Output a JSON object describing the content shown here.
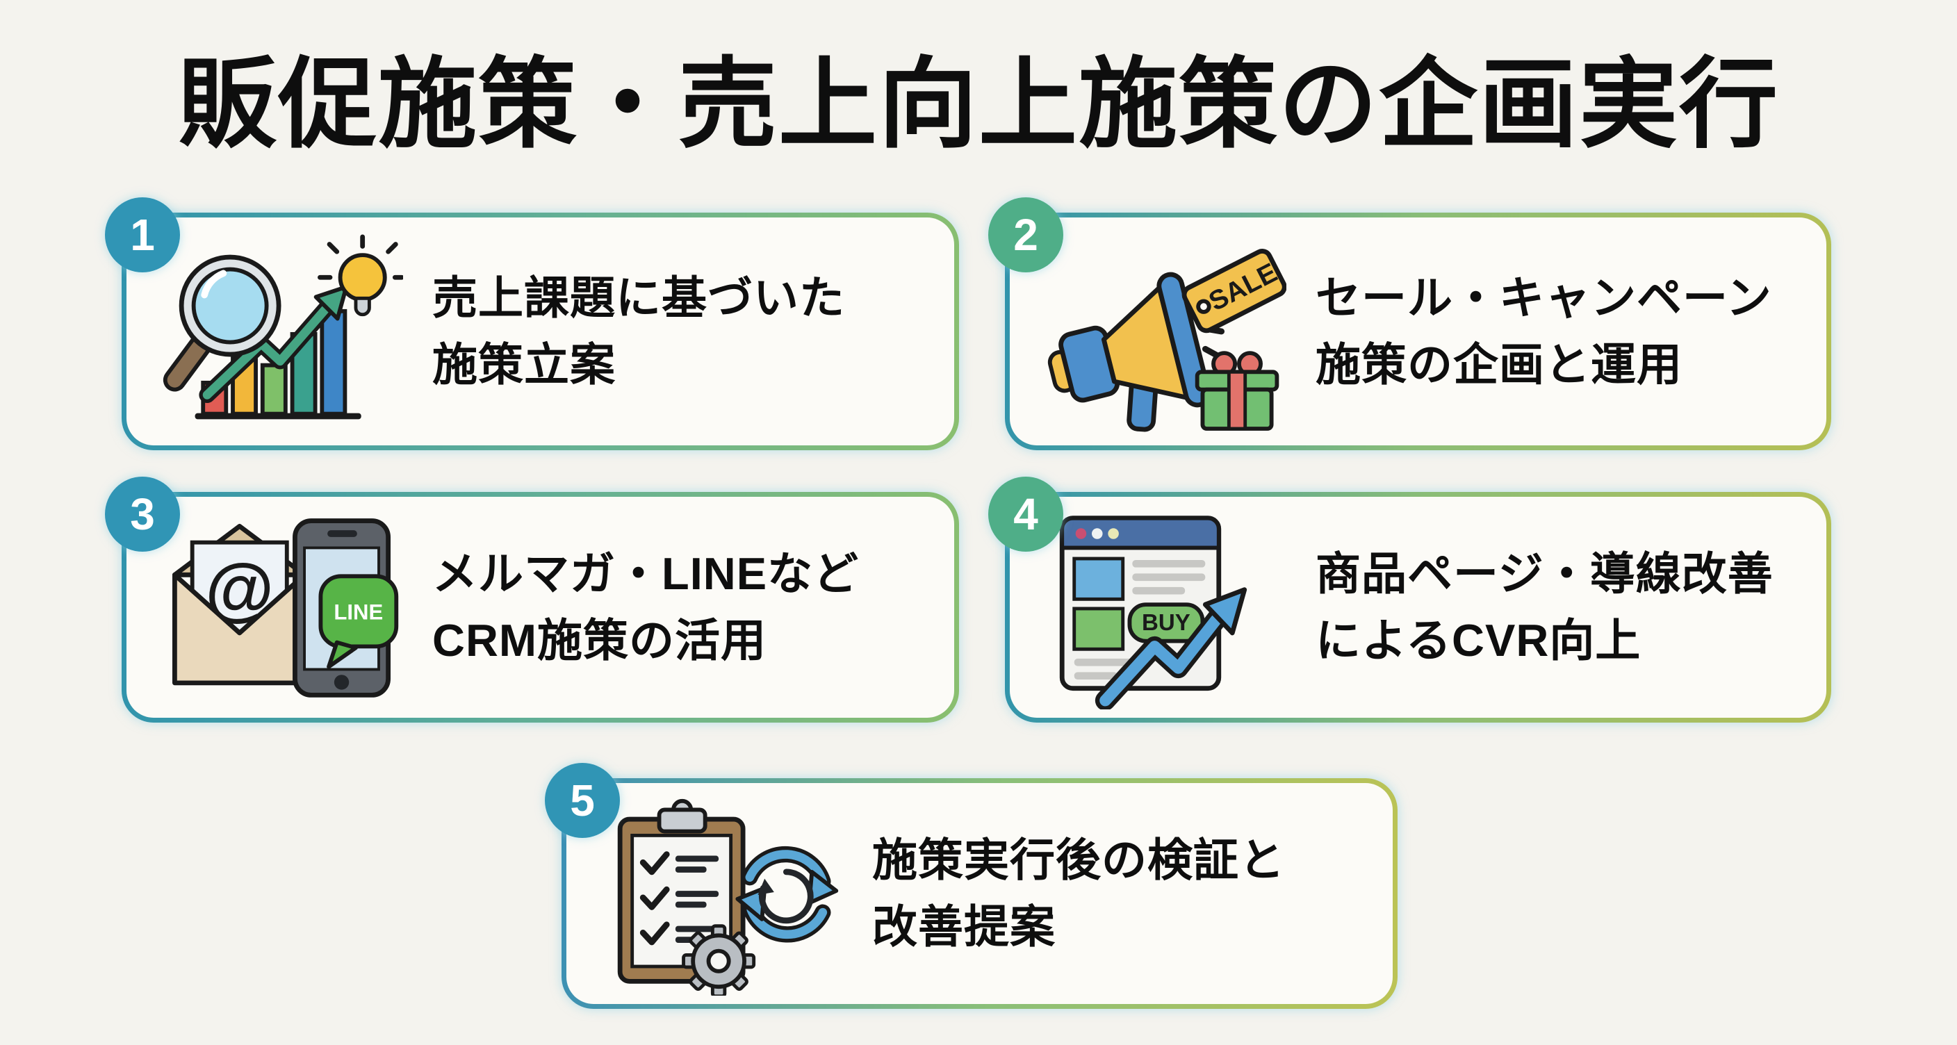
{
  "page": {
    "title": "販促施策・売上向上施策の企画実行",
    "background_color": "#f4f3ee",
    "card_background": "#fcfbf7",
    "text_color": "#0e0e0e"
  },
  "colors": {
    "badge_teal": "#3095b5",
    "badge_green": "#4fae88",
    "border_teal": "#2f93ad",
    "border_green": "#8abf6f",
    "border_yellow_green": "#b5bf55"
  },
  "cards": [
    {
      "number": "1",
      "lines": [
        "売上課題に基づいた",
        "施策立案"
      ],
      "icon": "magnifier-bar-chart-lightbulb-icon"
    },
    {
      "number": "2",
      "lines": [
        "セール・キャンペーン",
        "施策の企画と運用"
      ],
      "icon": "megaphone-sale-tag-gift-icon",
      "icon_text": {
        "sale": "SALE"
      }
    },
    {
      "number": "3",
      "lines": [
        "メルマガ・LINEなど",
        "CRM施策の活用"
      ],
      "icon": "email-line-phone-icon",
      "icon_text": {
        "at": "@",
        "line": "LINE"
      }
    },
    {
      "number": "4",
      "lines": [
        "商品ページ・導線改善",
        "によるCVR向上"
      ],
      "icon": "product-page-buy-arrow-icon",
      "icon_text": {
        "buy": "BUY"
      }
    },
    {
      "number": "5",
      "lines": [
        "施策実行後の検証と",
        "改善提案"
      ],
      "icon": "clipboard-gear-cycle-icon"
    }
  ]
}
